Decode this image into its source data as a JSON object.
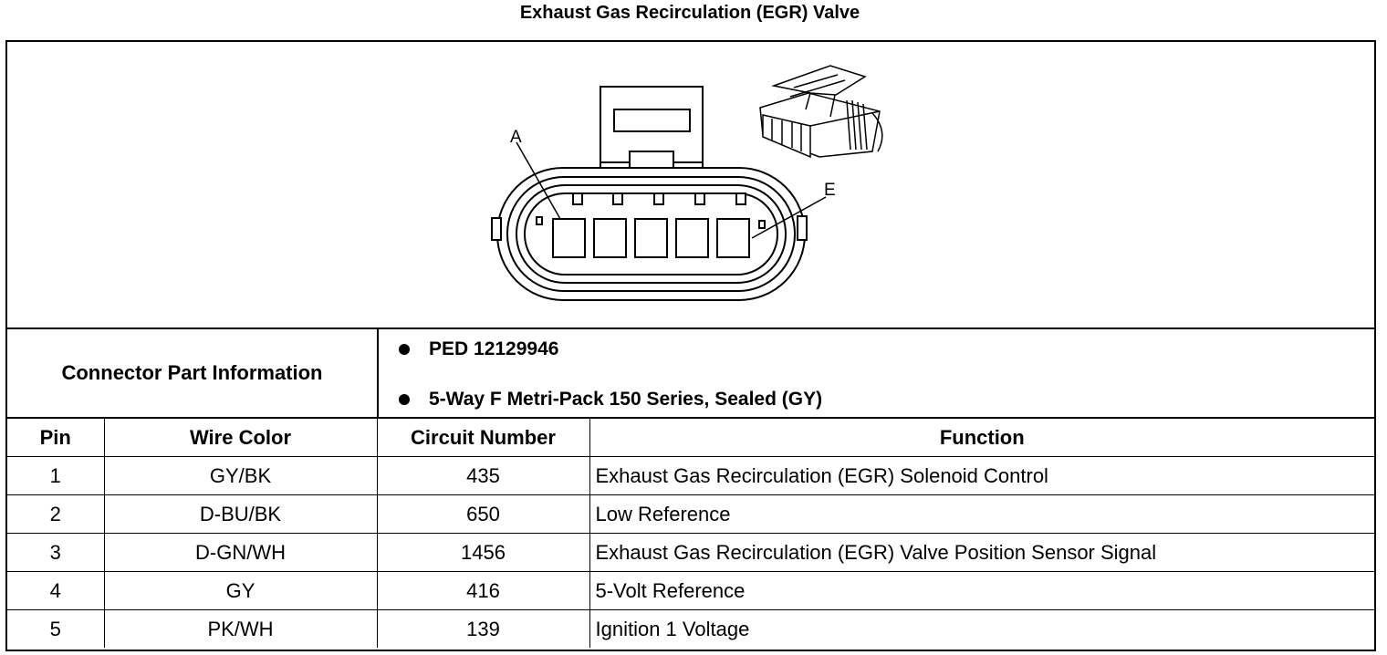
{
  "title": "Exhaust Gas Recirculation (EGR) Valve",
  "diagram": {
    "callout_a": "A",
    "callout_e": "E"
  },
  "connector_info": {
    "label": "Connector Part Information",
    "items": [
      "PED 12129946",
      "5-Way F Metri-Pack 150 Series, Sealed (GY)"
    ]
  },
  "table": {
    "headers": [
      "Pin",
      "Wire Color",
      "Circuit Number",
      "Function"
    ],
    "rows": [
      {
        "pin": "1",
        "wire_color": "GY/BK",
        "circuit": "435",
        "function": "Exhaust Gas Recirculation (EGR) Solenoid Control"
      },
      {
        "pin": "2",
        "wire_color": "D-BU/BK",
        "circuit": "650",
        "function": "Low Reference"
      },
      {
        "pin": "3",
        "wire_color": "D-GN/WH",
        "circuit": "1456",
        "function": "Exhaust Gas Recirculation (EGR) Valve Position Sensor Signal"
      },
      {
        "pin": "4",
        "wire_color": "GY",
        "circuit": "416",
        "function": "5-Volt Reference"
      },
      {
        "pin": "5",
        "wire_color": "PK/WH",
        "circuit": "139",
        "function": "Ignition 1 Voltage"
      }
    ]
  }
}
